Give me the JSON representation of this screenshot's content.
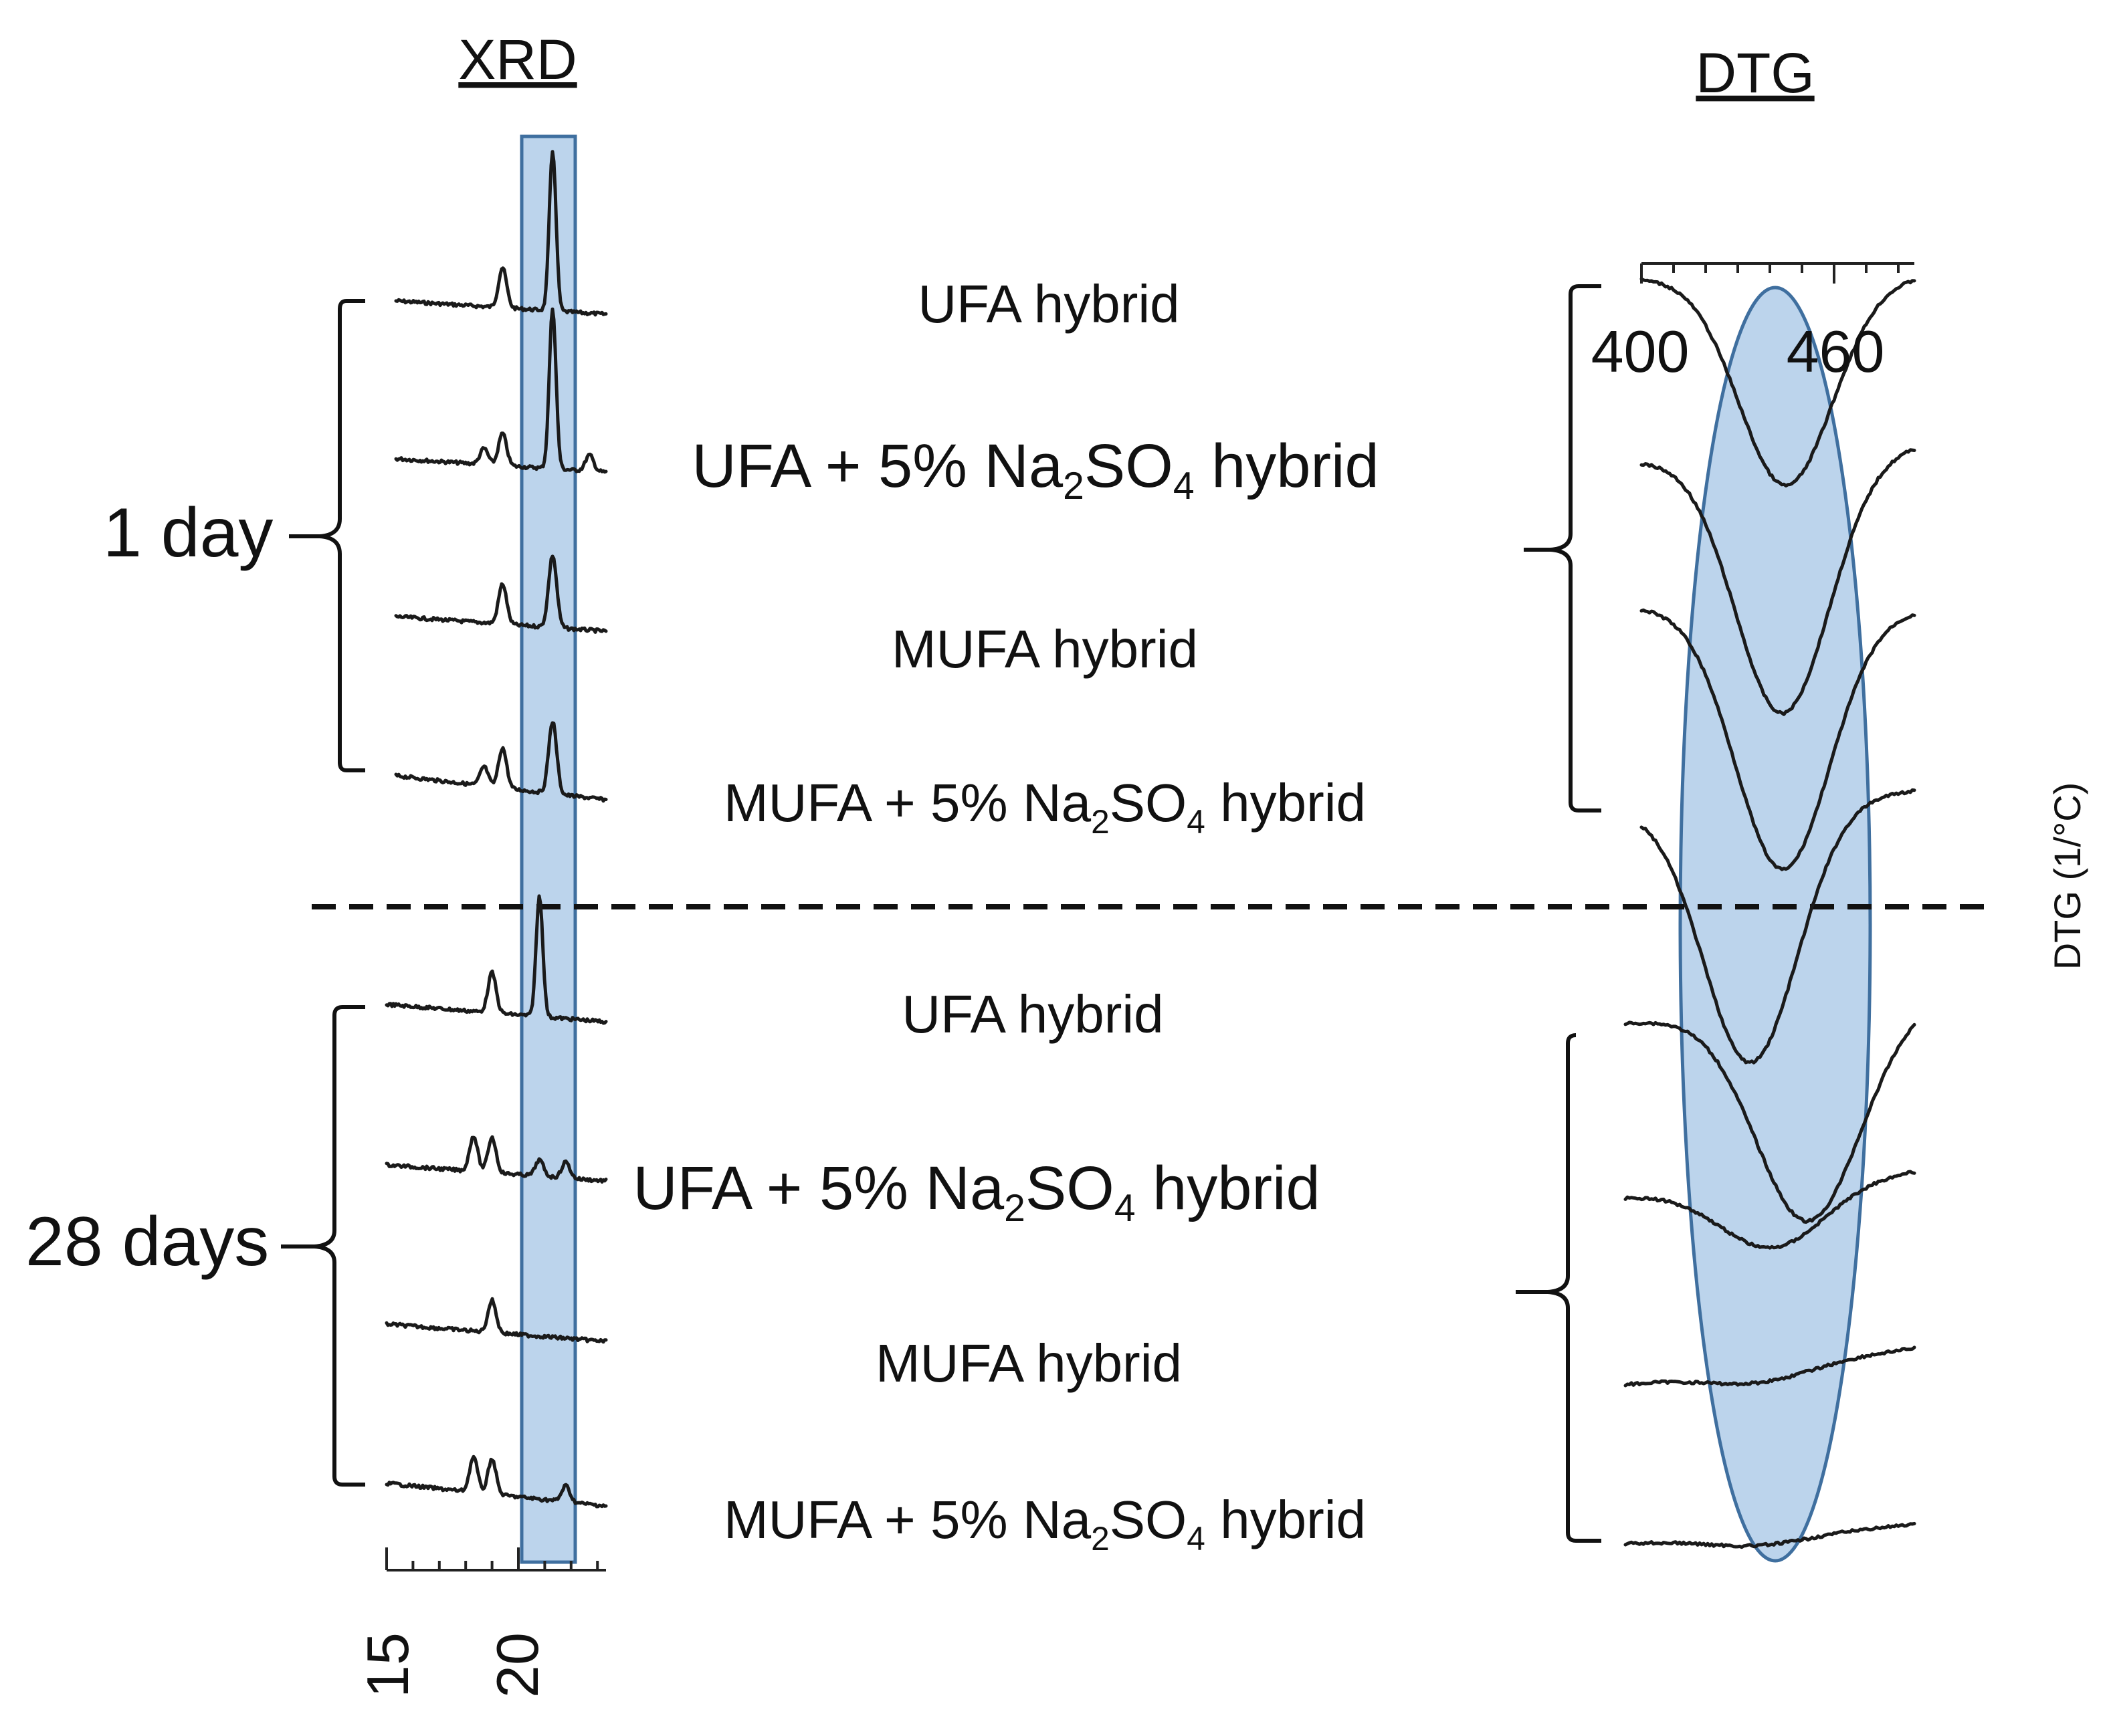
{
  "colors": {
    "highlight_fill": "#bcd4ec",
    "highlight_stroke": "#3f6f9f",
    "trace": "#1a1a1a"
  },
  "chart_data": [
    {
      "type": "line",
      "title": "XRD",
      "x_ticks": [
        "15",
        "20"
      ],
      "xlim": [
        15,
        23.5
      ],
      "highlight": {
        "shape": "band",
        "x_range": [
          20.2,
          22.2
        ]
      },
      "groups": [
        {
          "label": "1 day",
          "series": [
            {
              "name": "UFA hybrid",
              "peaks": [
                {
                  "x": 19.4,
                  "h": 0.25
                },
                {
                  "x": 21.3,
                  "h": 1.0
                }
              ]
            },
            {
              "name": "UFA + 5% Na2SO4 hybrid",
              "peaks": [
                {
                  "x": 18.7,
                  "h": 0.1
                },
                {
                  "x": 19.4,
                  "h": 0.2
                },
                {
                  "x": 21.3,
                  "h": 1.0
                },
                {
                  "x": 22.7,
                  "h": 0.1
                }
              ]
            },
            {
              "name": "MUFA hybrid",
              "peaks": [
                {
                  "x": 19.4,
                  "h": 0.25
                },
                {
                  "x": 21.3,
                  "h": 0.45
                }
              ]
            },
            {
              "name": "MUFA + 5% Na2SO4 hybrid",
              "peaks": [
                {
                  "x": 18.7,
                  "h": 0.12
                },
                {
                  "x": 19.4,
                  "h": 0.25
                },
                {
                  "x": 21.3,
                  "h": 0.45
                }
              ]
            }
          ]
        },
        {
          "label": "28 days",
          "series": [
            {
              "name": "UFA hybrid",
              "peaks": [
                {
                  "x": 19.0,
                  "h": 0.25
                },
                {
                  "x": 20.8,
                  "h": 0.75
                }
              ]
            },
            {
              "name": "UFA + 5% Na2SO4 hybrid",
              "peaks": [
                {
                  "x": 18.3,
                  "h": 0.22
                },
                {
                  "x": 19.0,
                  "h": 0.22
                },
                {
                  "x": 20.8,
                  "h": 0.1
                },
                {
                  "x": 21.8,
                  "h": 0.1
                }
              ]
            },
            {
              "name": "MUFA hybrid",
              "peaks": [
                {
                  "x": 19.0,
                  "h": 0.2
                }
              ]
            },
            {
              "name": "MUFA + 5% Na2SO4 hybrid",
              "peaks": [
                {
                  "x": 18.3,
                  "h": 0.22
                },
                {
                  "x": 19.0,
                  "h": 0.22
                },
                {
                  "x": 21.8,
                  "h": 0.1
                }
              ]
            }
          ]
        }
      ]
    },
    {
      "type": "line",
      "title": "DTG",
      "ylabel": "DTG (1/°C)",
      "x_ticks": [
        "400",
        "460"
      ],
      "xlim": [
        400,
        485
      ],
      "highlight": {
        "shape": "ellipse",
        "x_range": [
          415,
          471
        ]
      },
      "groups": [
        {
          "label": "1 day",
          "series": [
            {
              "name": "UFA hybrid",
              "min_x": 445,
              "depth": 0.8
            },
            {
              "name": "UFA + 5% Na2SO4 hybrid",
              "min_x": 444,
              "depth": 1.0
            },
            {
              "name": "MUFA hybrid",
              "min_x": 444,
              "depth": 1.0
            },
            {
              "name": "MUFA + 5% Na2SO4 hybrid",
              "min_x": 434,
              "depth": 1.0
            }
          ]
        },
        {
          "label": "28 days",
          "series": [
            {
              "name": "UFA hybrid",
              "min_x": 452,
              "depth": 1.0
            },
            {
              "name": "UFA + 5% Na2SO4 hybrid",
              "min_x": 441,
              "depth": 0.3
            },
            {
              "name": "MUFA hybrid",
              "min_x": 437,
              "depth": 0.07
            },
            {
              "name": "MUFA + 5% Na2SO4 hybrid",
              "min_x": 437,
              "depth": 0.05
            }
          ]
        }
      ]
    }
  ],
  "labels": {
    "group_1day": "1 day",
    "group_28days": "28 days",
    "samples": [
      {
        "pre": "UFA hybrid",
        "sub1": "",
        "mid": "",
        "sub2": "",
        "post": ""
      },
      {
        "pre": "UFA + 5% Na",
        "sub1": "2",
        "mid": "SO",
        "sub2": "4",
        "post": " hybrid"
      },
      {
        "pre": "MUFA hybrid",
        "sub1": "",
        "mid": "",
        "sub2": "",
        "post": ""
      },
      {
        "pre": "MUFA + 5% Na",
        "sub1": "2",
        "mid": "SO",
        "sub2": "4",
        "post": " hybrid"
      },
      {
        "pre": "UFA hybrid",
        "sub1": "",
        "mid": "",
        "sub2": "",
        "post": ""
      },
      {
        "pre": "UFA + 5% Na",
        "sub1": "2",
        "mid": "SO",
        "sub2": "4",
        "post": " hybrid"
      },
      {
        "pre": "MUFA hybrid",
        "sub1": "",
        "mid": "",
        "sub2": "",
        "post": ""
      },
      {
        "pre": "MUFA + 5% Na",
        "sub1": "2",
        "mid": "SO",
        "sub2": "4",
        "post": " hybrid"
      }
    ]
  }
}
